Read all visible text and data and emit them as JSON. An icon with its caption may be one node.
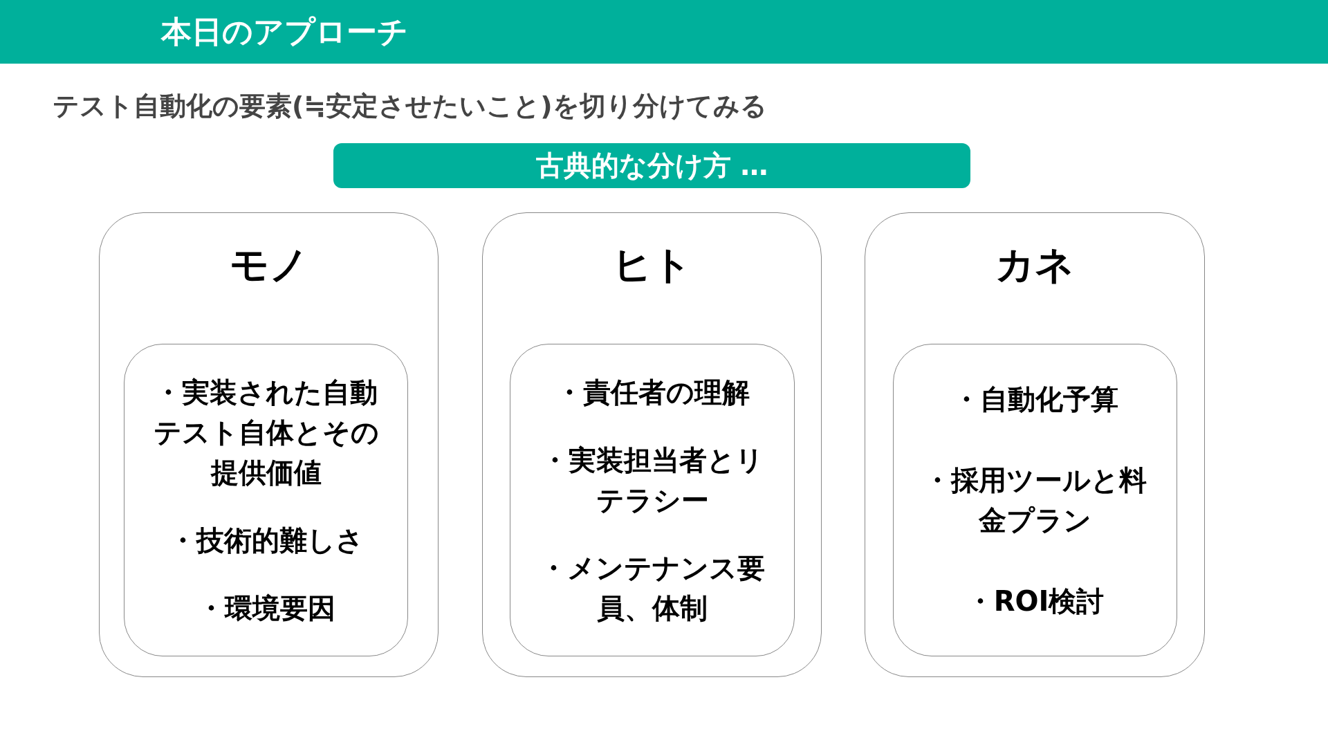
{
  "diagram": {
    "title": "本日のアプローチ",
    "nodes": [
      {
        "text": [
          "古典的な分け方 …"
        ]
      },
      {
        "text": [
          "モノ"
        ]
      },
      {
        "text": [
          "・実装された自動テスト自体とその提供価値",
          "・技術的難しさ",
          "・環境要因"
        ],
        "in": 1
      },
      {
        "text": [
          "ヒト"
        ]
      },
      {
        "text": [
          "・責任者の理解",
          "・実装担当者とリテラシー",
          "・メンテナンス要員、体制"
        ],
        "in": 3
      },
      {
        "text": [
          "カネ"
        ]
      },
      {
        "text": [
          "・自動化予算",
          "・採用ツールと料金プラン",
          "・ROI検討"
        ],
        "in": 5
      }
    ],
    "labels": [
      "テスト自動化の要素(≒安定させたいこと)を切り分けてみる"
    ]
  }
}
